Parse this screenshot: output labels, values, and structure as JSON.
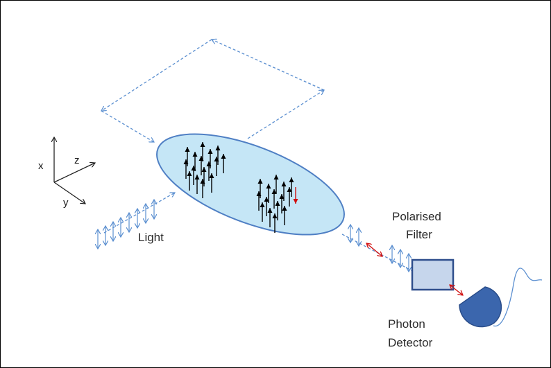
{
  "labels": {
    "axis_x": "x",
    "axis_y": "y",
    "axis_z": "z",
    "light": "Light",
    "filter_line1": "Polarised",
    "filter_line2": "Filter",
    "detector_line1": "Photon",
    "detector_line2": "Detector"
  },
  "colors": {
    "sample_fill": "#c5e6f6",
    "sample_stroke": "#4f7fc4",
    "beam": "#5b8fd0",
    "spin": "#000000",
    "flipped_spin": "#d01010",
    "filter_fill": "#c6d6ec",
    "filter_stroke": "#2e4e8c",
    "detector": "#3b66ad"
  },
  "spins": {
    "group1_up_count": 16,
    "group2_up_count": 15,
    "group2_down_count": 1
  }
}
